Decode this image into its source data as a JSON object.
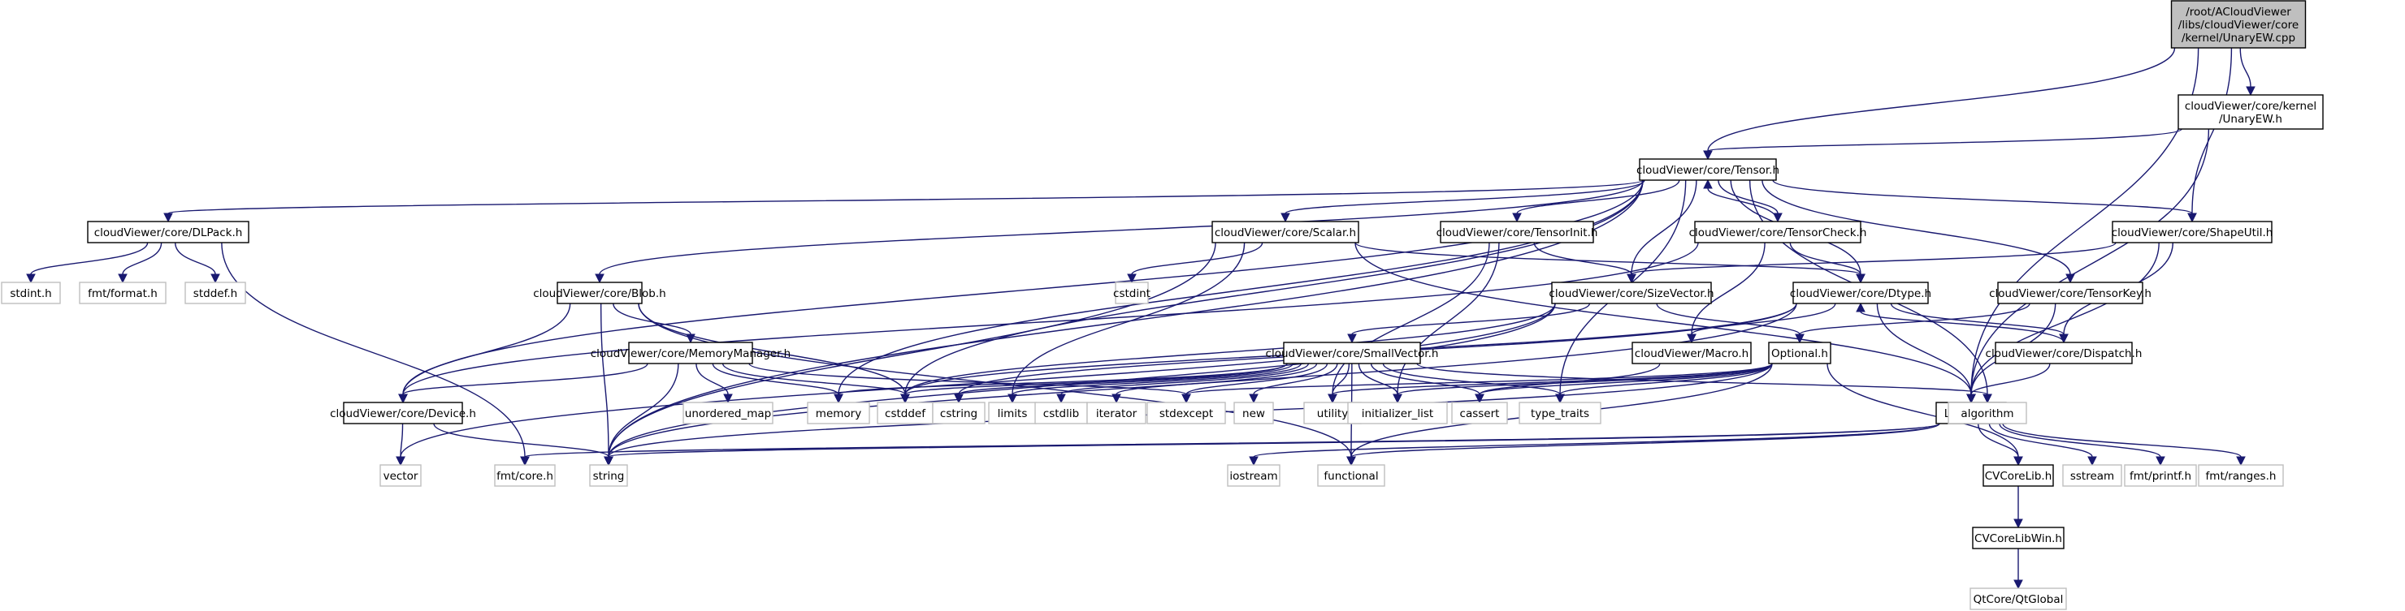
{
  "graph": {
    "title": "Include dependency graph for UnaryEW.cpp",
    "colors": {
      "edge": "#191970",
      "root_fill": "#bfbfbf",
      "node_border": "#000000",
      "external_border": "#bfbfbf",
      "node_fill": "#ffffff"
    },
    "nodes": [
      {
        "id": "root",
        "label": [
          "/root/ACloudViewer",
          "/libs/cloudViewer/core",
          "/kernel/UnaryEW.cpp"
        ],
        "kind": "root"
      },
      {
        "id": "unaryew_h",
        "label": [
          "cloudViewer/core/kernel",
          "/UnaryEW.h"
        ],
        "kind": "internal"
      },
      {
        "id": "tensor_h",
        "label": [
          "cloudViewer/core/Tensor.h"
        ],
        "kind": "internal"
      },
      {
        "id": "dlpack_h",
        "label": [
          "cloudViewer/core/DLPack.h"
        ],
        "kind": "internal"
      },
      {
        "id": "scalar_h",
        "label": [
          "cloudViewer/core/Scalar.h"
        ],
        "kind": "internal"
      },
      {
        "id": "tensorinit_h",
        "label": [
          "cloudViewer/core/TensorInit.h"
        ],
        "kind": "internal"
      },
      {
        "id": "tensorcheck_h",
        "label": [
          "cloudViewer/core/TensorCheck.h"
        ],
        "kind": "internal"
      },
      {
        "id": "shapeutil_h",
        "label": [
          "cloudViewer/core/ShapeUtil.h"
        ],
        "kind": "internal"
      },
      {
        "id": "tensorkey_h",
        "label": [
          "cloudViewer/core/TensorKey.h"
        ],
        "kind": "internal"
      },
      {
        "id": "blob_h",
        "label": [
          "cloudViewer/core/Blob.h"
        ],
        "kind": "internal"
      },
      {
        "id": "sizevector_h",
        "label": [
          "cloudViewer/core/SizeVector.h"
        ],
        "kind": "internal"
      },
      {
        "id": "dtype_h",
        "label": [
          "cloudViewer/core/Dtype.h"
        ],
        "kind": "internal"
      },
      {
        "id": "dispatch_h",
        "label": [
          "cloudViewer/core/Dispatch.h"
        ],
        "kind": "internal"
      },
      {
        "id": "memorymanager_h",
        "label": [
          "cloudViewer/core/MemoryManager.h"
        ],
        "kind": "internal"
      },
      {
        "id": "smallvector_h",
        "label": [
          "cloudViewer/core/SmallVector.h"
        ],
        "kind": "internal"
      },
      {
        "id": "macro_h",
        "label": [
          "cloudViewer/Macro.h"
        ],
        "kind": "internal"
      },
      {
        "id": "optional_h",
        "label": [
          "Optional.h"
        ],
        "kind": "internal"
      },
      {
        "id": "device_h",
        "label": [
          "cloudViewer/core/Device.h"
        ],
        "kind": "internal"
      },
      {
        "id": "logging_h",
        "label": [
          "Logging.h"
        ],
        "kind": "internal"
      },
      {
        "id": "cvcorelib_h",
        "label": [
          "CVCoreLib.h"
        ],
        "kind": "internal"
      },
      {
        "id": "cvcorelibwin_h",
        "label": [
          "CVCoreLibWin.h"
        ],
        "kind": "internal"
      },
      {
        "id": "stdint_h",
        "label": [
          "stdint.h"
        ],
        "kind": "external"
      },
      {
        "id": "fmt_format_h",
        "label": [
          "fmt/format.h"
        ],
        "kind": "external"
      },
      {
        "id": "stddef_h",
        "label": [
          "stddef.h"
        ],
        "kind": "external"
      },
      {
        "id": "cstdint",
        "label": [
          "cstdint"
        ],
        "kind": "external"
      },
      {
        "id": "unordered_map",
        "label": [
          "unordered_map"
        ],
        "kind": "external"
      },
      {
        "id": "memory",
        "label": [
          "memory"
        ],
        "kind": "external"
      },
      {
        "id": "cstddef",
        "label": [
          "cstddef"
        ],
        "kind": "external"
      },
      {
        "id": "cstring",
        "label": [
          "cstring"
        ],
        "kind": "external"
      },
      {
        "id": "limits",
        "label": [
          "limits"
        ],
        "kind": "external"
      },
      {
        "id": "cstdlib",
        "label": [
          "cstdlib"
        ],
        "kind": "external"
      },
      {
        "id": "iterator",
        "label": [
          "iterator"
        ],
        "kind": "external"
      },
      {
        "id": "stdexcept",
        "label": [
          "stdexcept"
        ],
        "kind": "external"
      },
      {
        "id": "new",
        "label": [
          "new"
        ],
        "kind": "external"
      },
      {
        "id": "utility",
        "label": [
          "utility"
        ],
        "kind": "external"
      },
      {
        "id": "initializer_list",
        "label": [
          "initializer_list"
        ],
        "kind": "external"
      },
      {
        "id": "cassert",
        "label": [
          "cassert"
        ],
        "kind": "external"
      },
      {
        "id": "type_traits",
        "label": [
          "type_traits"
        ],
        "kind": "external"
      },
      {
        "id": "algorithm",
        "label": [
          "algorithm"
        ],
        "kind": "external"
      },
      {
        "id": "vector",
        "label": [
          "vector"
        ],
        "kind": "external"
      },
      {
        "id": "fmt_core_h",
        "label": [
          "fmt/core.h"
        ],
        "kind": "external"
      },
      {
        "id": "string",
        "label": [
          "string"
        ],
        "kind": "external"
      },
      {
        "id": "iostream",
        "label": [
          "iostream"
        ],
        "kind": "external"
      },
      {
        "id": "functional",
        "label": [
          "functional"
        ],
        "kind": "external"
      },
      {
        "id": "sstream",
        "label": [
          "sstream"
        ],
        "kind": "external"
      },
      {
        "id": "fmt_printf_h",
        "label": [
          "fmt/printf.h"
        ],
        "kind": "external"
      },
      {
        "id": "fmt_ranges_h",
        "label": [
          "fmt/ranges.h"
        ],
        "kind": "external"
      },
      {
        "id": "qtglobal",
        "label": [
          "QtCore/QtGlobal"
        ],
        "kind": "external"
      }
    ],
    "edges": [
      [
        "root",
        "unaryew_h"
      ],
      [
        "root",
        "tensor_h"
      ],
      [
        "root",
        "shapeutil_h"
      ],
      [
        "root",
        "logging_h"
      ],
      [
        "unaryew_h",
        "tensor_h"
      ],
      [
        "unaryew_h",
        "logging_h"
      ],
      [
        "tensor_h",
        "dlpack_h"
      ],
      [
        "tensor_h",
        "scalar_h"
      ],
      [
        "tensor_h",
        "tensorinit_h"
      ],
      [
        "tensor_h",
        "tensorcheck_h"
      ],
      [
        "tensor_h",
        "shapeutil_h"
      ],
      [
        "tensor_h",
        "tensorkey_h"
      ],
      [
        "tensor_h",
        "blob_h"
      ],
      [
        "tensor_h",
        "sizevector_h"
      ],
      [
        "tensor_h",
        "dtype_h"
      ],
      [
        "tensor_h",
        "device_h"
      ],
      [
        "tensor_h",
        "memory"
      ],
      [
        "tensor_h",
        "cstddef"
      ],
      [
        "tensor_h",
        "string"
      ],
      [
        "tensor_h",
        "type_traits"
      ],
      [
        "tensor_h",
        "algorithm"
      ],
      [
        "tensorcheck_h",
        "tensor_h"
      ],
      [
        "tensorcheck_h",
        "dtype_h"
      ],
      [
        "tensorcheck_h",
        "macro_h"
      ],
      [
        "tensorcheck_h",
        "device_h"
      ],
      [
        "dlpack_h",
        "stdint_h"
      ],
      [
        "dlpack_h",
        "fmt_format_h"
      ],
      [
        "dlpack_h",
        "stddef_h"
      ],
      [
        "dlpack_h",
        "fmt_core_h"
      ],
      [
        "scalar_h",
        "cstdint"
      ],
      [
        "scalar_h",
        "limits"
      ],
      [
        "scalar_h",
        "string"
      ],
      [
        "scalar_h",
        "dtype_h"
      ],
      [
        "scalar_h",
        "logging_h"
      ],
      [
        "tensorinit_h",
        "sizevector_h"
      ],
      [
        "tensorinit_h",
        "initializer_list"
      ],
      [
        "tensorinit_h",
        "utility"
      ],
      [
        "shapeutil_h",
        "sizevector_h"
      ],
      [
        "shapeutil_h",
        "logging_h"
      ],
      [
        "shapeutil_h",
        "dispatch_h"
      ],
      [
        "tensorkey_h",
        "optional_h"
      ],
      [
        "tensorkey_h",
        "logging_h"
      ],
      [
        "blob_h",
        "memorymanager_h"
      ],
      [
        "blob_h",
        "device_h"
      ],
      [
        "blob_h",
        "cstddef"
      ],
      [
        "blob_h",
        "string"
      ],
      [
        "blob_h",
        "functional"
      ],
      [
        "sizevector_h",
        "smallvector_h"
      ],
      [
        "sizevector_h",
        "optional_h"
      ],
      [
        "sizevector_h",
        "cstddef"
      ],
      [
        "sizevector_h",
        "string"
      ],
      [
        "sizevector_h",
        "vector"
      ],
      [
        "dtype_h",
        "macro_h"
      ],
      [
        "dtype_h",
        "dispatch_h"
      ],
      [
        "dtype_h",
        "logging_h"
      ],
      [
        "dtype_h",
        "cstring"
      ],
      [
        "dtype_h",
        "string"
      ],
      [
        "dtype_h",
        "cstddef"
      ],
      [
        "dispatch_h",
        "dtype_h"
      ],
      [
        "dispatch_h",
        "logging_h"
      ],
      [
        "memorymanager_h",
        "device_h"
      ],
      [
        "memorymanager_h",
        "unordered_map"
      ],
      [
        "memorymanager_h",
        "memory"
      ],
      [
        "memorymanager_h",
        "string"
      ],
      [
        "memorymanager_h",
        "cstddef"
      ],
      [
        "memorymanager_h",
        "stdexcept"
      ],
      [
        "smallvector_h",
        "memory"
      ],
      [
        "smallvector_h",
        "cstddef"
      ],
      [
        "smallvector_h",
        "cstring"
      ],
      [
        "smallvector_h",
        "limits"
      ],
      [
        "smallvector_h",
        "cstdlib"
      ],
      [
        "smallvector_h",
        "iterator"
      ],
      [
        "smallvector_h",
        "stdexcept"
      ],
      [
        "smallvector_h",
        "new"
      ],
      [
        "smallvector_h",
        "utility"
      ],
      [
        "smallvector_h",
        "initializer_list"
      ],
      [
        "smallvector_h",
        "cassert"
      ],
      [
        "smallvector_h",
        "type_traits"
      ],
      [
        "smallvector_h",
        "algorithm"
      ],
      [
        "smallvector_h",
        "functional"
      ],
      [
        "macro_h",
        "cassert"
      ],
      [
        "optional_h",
        "cassert"
      ],
      [
        "optional_h",
        "type_traits"
      ],
      [
        "optional_h",
        "utility"
      ],
      [
        "optional_h",
        "initializer_list"
      ],
      [
        "optional_h",
        "stdexcept"
      ],
      [
        "optional_h",
        "string"
      ],
      [
        "optional_h",
        "functional"
      ],
      [
        "optional_h",
        "cvcorelib_h"
      ],
      [
        "device_h",
        "vector"
      ],
      [
        "device_h",
        "string"
      ],
      [
        "logging_h",
        "cvcorelib_h"
      ],
      [
        "logging_h",
        "sstream"
      ],
      [
        "logging_h",
        "fmt_printf_h"
      ],
      [
        "logging_h",
        "fmt_ranges_h"
      ],
      [
        "logging_h",
        "fmt_core_h"
      ],
      [
        "logging_h",
        "string"
      ],
      [
        "logging_h",
        "iostream"
      ],
      [
        "logging_h",
        "functional"
      ],
      [
        "cvcorelib_h",
        "cvcorelibwin_h"
      ],
      [
        "cvcorelibwin_h",
        "qtglobal"
      ]
    ]
  }
}
